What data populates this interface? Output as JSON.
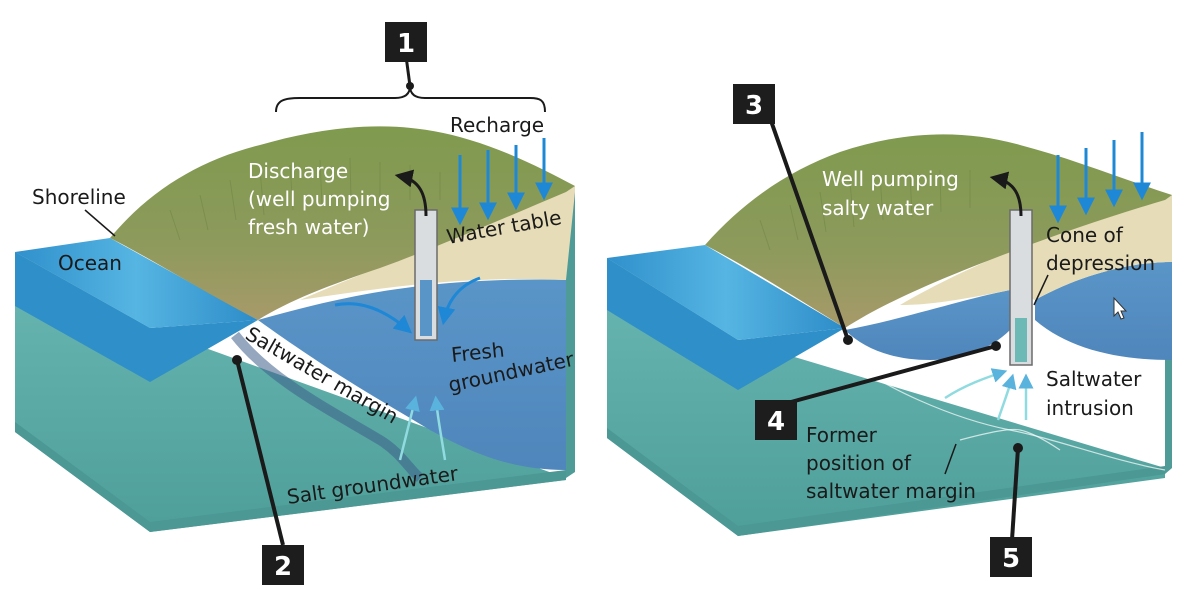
{
  "left_panel": {
    "labels": {
      "recharge": "Recharge",
      "discharge_line1": "Discharge",
      "discharge_line2": "(well pumping",
      "discharge_line3": "fresh water)",
      "water_table": "Water table",
      "shoreline": "Shoreline",
      "ocean": "Ocean",
      "saltwater_margin": "Saltwater margin",
      "fresh_line1": "Fresh",
      "fresh_line2": "groundwater",
      "salt_groundwater": "Salt groundwater"
    },
    "callouts": [
      "1",
      "2"
    ]
  },
  "right_panel": {
    "labels": {
      "well_line1": "Well pumping",
      "well_line2": "salty water",
      "cone_line1": "Cone of",
      "cone_line2": "depression",
      "intrusion_line1": "Saltwater",
      "intrusion_line2": "intrusion",
      "former_line1": "Former",
      "former_line2": "position of",
      "former_line3": "saltwater margin"
    },
    "callouts": [
      "3",
      "4",
      "5"
    ]
  },
  "colors": {
    "ocean": "#3a9fd4",
    "land_green": "#8a9a55",
    "sand": "#e6dcb8",
    "fresh_water": "#5b95c6",
    "salt_water": "#6cb9b5",
    "arrow_blue": "#1e88d6",
    "callout_bg": "#1d1d1d"
  },
  "icons": {
    "cursor": "mouse-pointer-icon"
  }
}
